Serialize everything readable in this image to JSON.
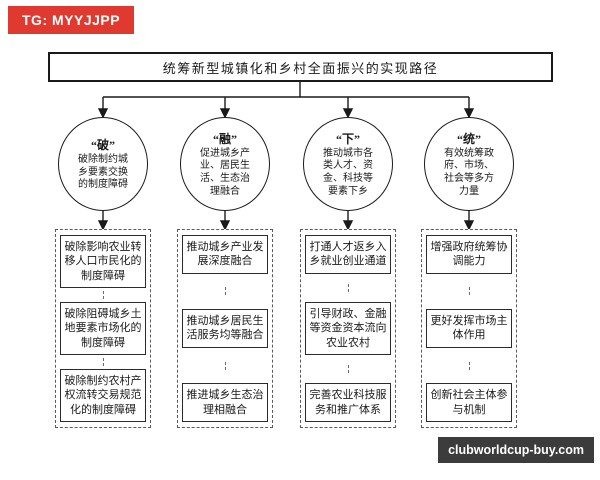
{
  "watermarks": {
    "top_left": "TG: MYYJJPP",
    "bottom_right": "clubworldcup-buy.com"
  },
  "title": "统筹新型城镇化和乡村全面振兴的实现路径",
  "colors": {
    "badge_red": "#e0392f",
    "badge_dark": "#3d3c3c",
    "line": "#1a1a1a"
  },
  "columns": [
    {
      "keyword": "“破”",
      "desc": "破除制约城乡要素交换的制度障碍",
      "items": [
        "破除影响农业转移人口市民化的制度障碍",
        "破除阻碍城乡土地要素市场化的制度障碍",
        "破除制约农村产权流转交易规范化的制度障碍"
      ]
    },
    {
      "keyword": "“融”",
      "desc": "促进城乡产业、居民生活、生态治理融合",
      "items": [
        "推动城乡产业发展深度融合",
        "推动城乡居民生活服务均等融合",
        "推进城乡生态治理相融合"
      ]
    },
    {
      "keyword": "“下”",
      "desc": "推动城市各类人才、资金、科技等要素下乡",
      "items": [
        "打通人才返乡入乡就业创业通道",
        "引导财政、金融等资金资本流向农业农村",
        "完善农业科技服务和推广体系"
      ]
    },
    {
      "keyword": "“统”",
      "desc": "有效统筹政府、市场、社会等多方力量",
      "items": [
        "增强政府统筹协调能力",
        "更好发挥市场主体作用",
        "创新社会主体参与机制"
      ]
    }
  ]
}
